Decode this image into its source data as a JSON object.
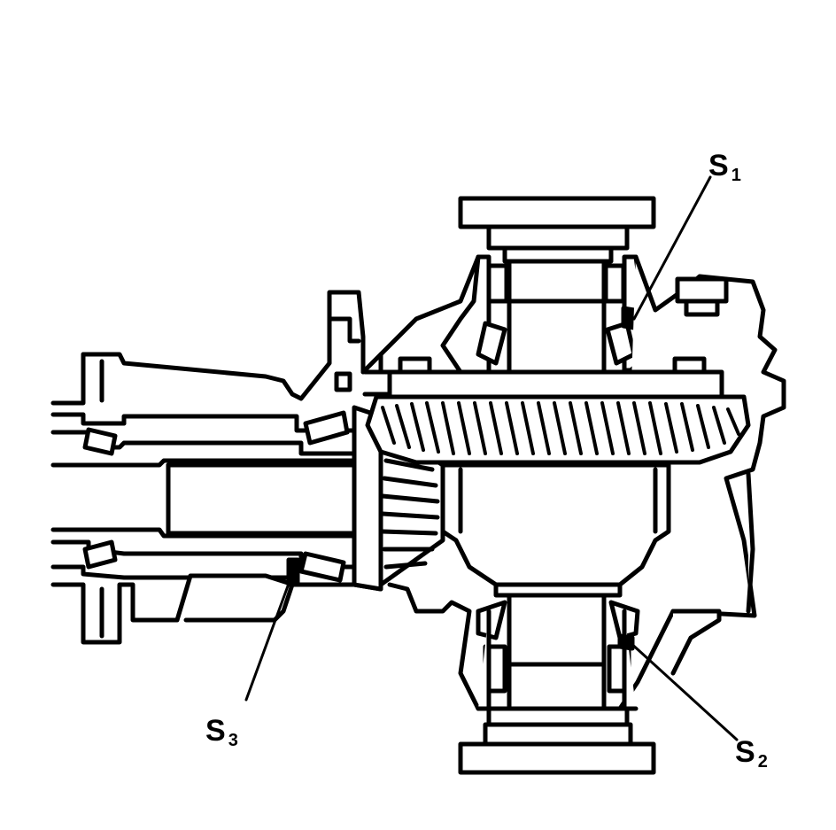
{
  "diagram": {
    "callouts": [
      {
        "letter": "S",
        "index": "1"
      },
      {
        "letter": "S",
        "index": "2"
      },
      {
        "letter": "S",
        "index": "3"
      }
    ],
    "colors": {
      "line": "#000000",
      "fill": "#ffffff"
    }
  }
}
